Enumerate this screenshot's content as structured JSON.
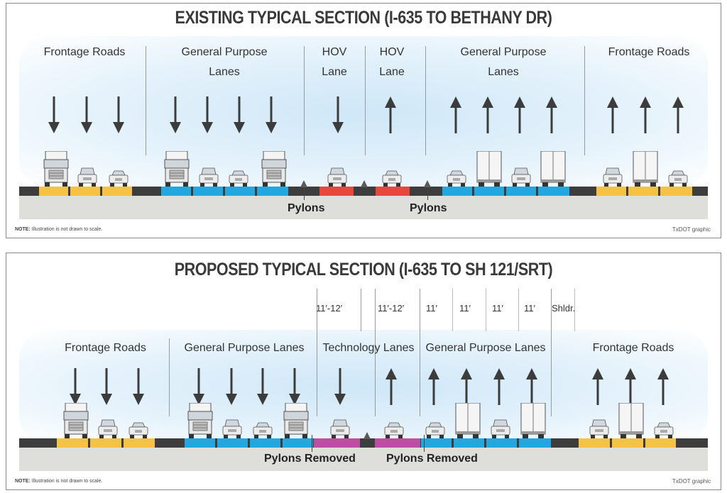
{
  "existing": {
    "title": "EXISTING TYPICAL SECTION (I-635 TO BETHANY DR)",
    "sections": {
      "frontage_left": "Frontage Roads",
      "gp_left_line1": "General Purpose",
      "gp_left_line2": "Lanes",
      "hov_left_line1": "HOV",
      "hov_left_line2": "Lane",
      "hov_right_line1": "HOV",
      "hov_right_line2": "Lane",
      "gp_right_line1": "General Purpose",
      "gp_right_line2": "Lanes",
      "frontage_right": "Frontage Roads"
    },
    "pylons_left": "Pylons",
    "pylons_right": "Pylons",
    "note_label": "NOTE:",
    "note_text": " Illustration is not drawn to scale.",
    "credit": "TxDOT graphic"
  },
  "proposed": {
    "title": "PROPOSED TYPICAL SECTION (I-635 TO SH 121/SRT)",
    "sections": {
      "frontage_left": "Frontage Roads",
      "gp_left": "General Purpose Lanes",
      "technology": "Technology Lanes",
      "gp_right": "General Purpose Lanes",
      "frontage_right": "Frontage Roads"
    },
    "dimensions": [
      "11′-12′",
      "11′-12′",
      "11′",
      "11′",
      "11′",
      "11′",
      "Shldr."
    ],
    "pylons_left": "Pylons Removed",
    "pylons_right": "Pylons Removed",
    "note_label": "NOTE:",
    "note_text": " Illustration is not drawn to scale.",
    "credit": "TxDOT graphic"
  },
  "colors": {
    "frontage": "#f6c243",
    "general_purpose": "#22a7e0",
    "hov": "#e8483b",
    "technology": "#c04ea0",
    "roadway": "#3d3d3d",
    "ground": "#dededa",
    "arrow": "#3c3c3c"
  },
  "icons": [
    "down-arrow-icon",
    "up-arrow-icon",
    "truck-icon",
    "car-icon",
    "suv-icon",
    "pylon-icon"
  ]
}
